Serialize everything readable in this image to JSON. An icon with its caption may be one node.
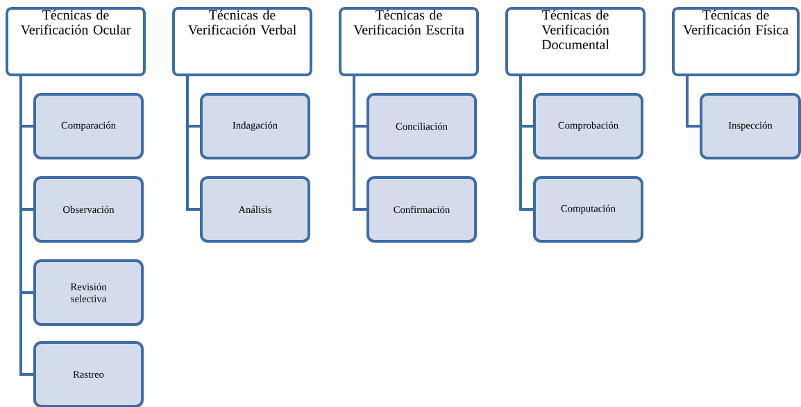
{
  "diagram": {
    "nodes": [
      {
        "text": [
          "Técnicas de Verificación Ocular"
        ]
      },
      {
        "text": [
          "Comparación"
        ]
      },
      {
        "text": [
          "Observación"
        ]
      },
      {
        "text": [
          "Revisión selectiva"
        ]
      },
      {
        "text": [
          "Rastreo"
        ]
      },
      {
        "text": [
          "Técnicas de Verificación Verbal"
        ]
      },
      {
        "text": [
          "Indagación"
        ]
      },
      {
        "text": [
          "Análisis"
        ]
      },
      {
        "text": [
          "Técnicas de Verificación Escrita"
        ]
      },
      {
        "text": [
          "Conciliación"
        ]
      },
      {
        "text": [
          "Confirmación"
        ]
      },
      {
        "text": [
          "Técnicas de Verificación Documental"
        ]
      },
      {
        "text": [
          "Comprobación"
        ]
      },
      {
        "text": [
          "Computación"
        ]
      },
      {
        "text": [
          "Técnicas de Verificación Física"
        ]
      },
      {
        "text": [
          "Inspección"
        ]
      }
    ],
    "edges": [
      {
        "from": 0,
        "to": 1,
        "arrow": "none"
      },
      {
        "from": 0,
        "to": 2,
        "arrow": "none"
      },
      {
        "from": 0,
        "to": 3,
        "arrow": "none"
      },
      {
        "from": 0,
        "to": 4,
        "arrow": "none"
      },
      {
        "from": 5,
        "to": 6,
        "arrow": "none"
      },
      {
        "from": 5,
        "to": 7,
        "arrow": "none"
      },
      {
        "from": 8,
        "to": 9,
        "arrow": "none"
      },
      {
        "from": 8,
        "to": 10,
        "arrow": "none"
      },
      {
        "from": 11,
        "to": 12,
        "arrow": "none"
      },
      {
        "from": 11,
        "to": 13,
        "arrow": "none"
      },
      {
        "from": 14,
        "to": 15,
        "arrow": "none"
      }
    ]
  }
}
